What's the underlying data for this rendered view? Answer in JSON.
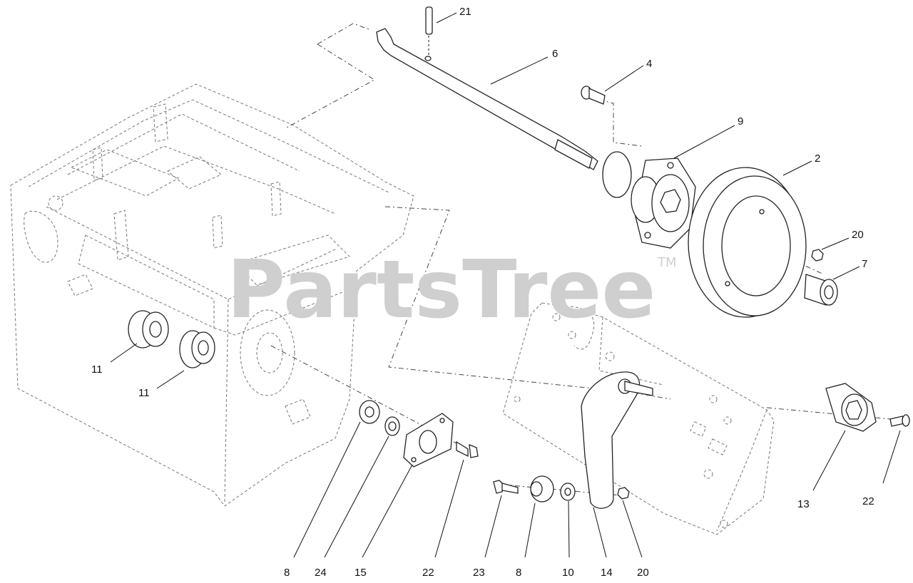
{
  "watermark": {
    "text": "PartsTree",
    "trademark": "TM"
  },
  "callouts": [
    {
      "id": "c21a",
      "label": "21"
    },
    {
      "id": "c6",
      "label": "6"
    },
    {
      "id": "c4",
      "label": "4"
    },
    {
      "id": "c9",
      "label": "9"
    },
    {
      "id": "c2",
      "label": "2"
    },
    {
      "id": "c20a",
      "label": "20"
    },
    {
      "id": "c7",
      "label": "7"
    },
    {
      "id": "c11a",
      "label": "11"
    },
    {
      "id": "c11b",
      "label": "11"
    },
    {
      "id": "c13",
      "label": "13"
    },
    {
      "id": "c22a",
      "label": "22"
    },
    {
      "id": "c8a",
      "label": "8"
    },
    {
      "id": "c24",
      "label": "24"
    },
    {
      "id": "c15",
      "label": "15"
    },
    {
      "id": "c22b",
      "label": "22"
    },
    {
      "id": "c23",
      "label": "23"
    },
    {
      "id": "c8b",
      "label": "8"
    },
    {
      "id": "c10",
      "label": "10"
    },
    {
      "id": "c14",
      "label": "14"
    },
    {
      "id": "c20b",
      "label": "20"
    }
  ]
}
